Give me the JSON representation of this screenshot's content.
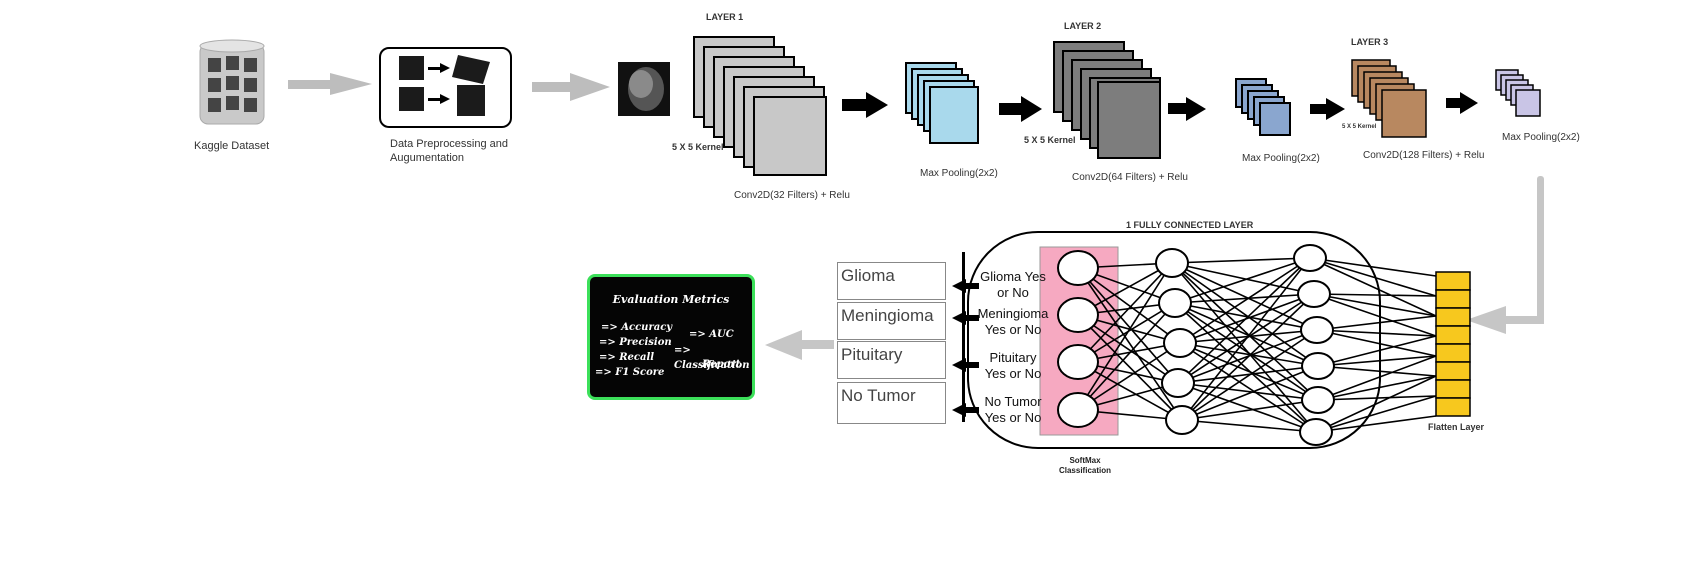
{
  "stages": {
    "dataset_label": "Kaggle Dataset",
    "preprocessing_label_line1": "Data Preprocessing and",
    "preprocessing_label_line2": "Augumentation"
  },
  "layers": {
    "layer1_title": "LAYER 1",
    "layer1_kernel": "5 X 5 Kernel",
    "layer1_conv": "Conv2D(32 Filters) + Relu",
    "pool1": "Max Pooling(2x2)",
    "layer2_title": "LAYER 2",
    "layer2_kernel": "5 X 5 Kernel",
    "layer2_conv": "Conv2D(64 Filters) + Relu",
    "pool2": "Max Pooling(2x2)",
    "layer3_title": "LAYER 3",
    "layer3_kernel": "5 X 5 Kernel",
    "layer3_conv": "Conv2D(128 Filters) + Relu",
    "pool3": "Max Pooling(2x2)"
  },
  "dense": {
    "title": "1 FULLY CONNECTED LAYER",
    "flatten": "Flatten Layer",
    "softmax_line1": "SoftMax",
    "softmax_line2": "Classification"
  },
  "outputs": [
    {
      "class": "Glioma",
      "question_line1": "Glioma Yes",
      "question_line2": "or No"
    },
    {
      "class": "Meningioma",
      "question_line1": "Meningioma",
      "question_line2": "Yes or No"
    },
    {
      "class": "Pituitary",
      "question_line1": "Pituitary",
      "question_line2": "Yes or No"
    },
    {
      "class": "No Tumor",
      "question_line1": "No Tumor",
      "question_line2": "Yes or No"
    }
  ],
  "metrics": {
    "title": "Evaluation Metrics",
    "accuracy": "=> Accuracy",
    "precision": "=> Precision",
    "recall": "=> Recall",
    "f1": "=> F1 Score",
    "auc": "=> AUC",
    "classification": "=> Classification",
    "report": "Report"
  },
  "colors": {
    "arrow_gray": "#bdbdbd",
    "layer1": "#c8c8c8",
    "pool1": "#a9d9ec",
    "layer2": "#7d7d7d",
    "pool2": "#8aa6cf",
    "layer3": "#b88860",
    "pool3": "#c9c5e6",
    "flatten": "#f7c81e",
    "softmax": "#f6a9c1",
    "metrics_border": "#3ce05a"
  }
}
